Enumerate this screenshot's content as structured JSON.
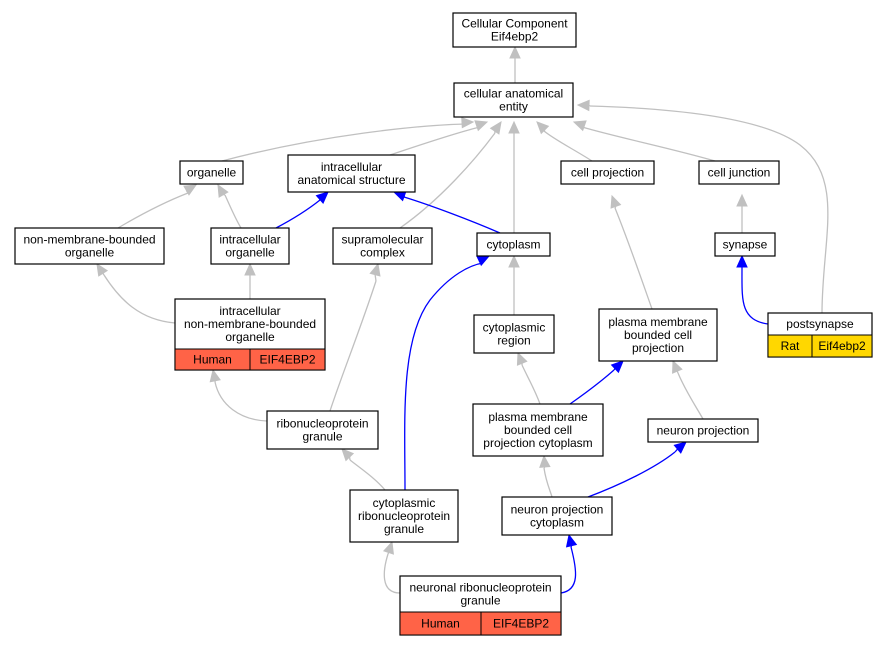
{
  "colors": {
    "human_badge": "#ff6347",
    "rat_badge": "#ffd700",
    "regulates_edge": "#0000ff",
    "is_a_edge": "#c0c0c0"
  },
  "nodes": {
    "root": [
      "Cellular Component",
      "Eif4ebp2"
    ],
    "cae": [
      "cellular anatomical",
      "entity"
    ],
    "organelle": [
      "organelle"
    ],
    "ias": [
      "intracellular",
      "anatomical structure"
    ],
    "cellproj": [
      "cell projection"
    ],
    "celljunc": [
      "cell junction"
    ],
    "nmbo": [
      "non-membrane-bounded",
      "organelle"
    ],
    "io": [
      "intracellular",
      "organelle"
    ],
    "supra": [
      "supramolecular",
      "complex"
    ],
    "cyto": [
      "cytoplasm"
    ],
    "synapse": [
      "synapse"
    ],
    "inmbo": [
      "intracellular",
      "non-membrane-bounded",
      "organelle"
    ],
    "postsyn": [
      "postsynapse"
    ],
    "cytoreg": [
      "cytoplasmic",
      "region"
    ],
    "pmbcp": [
      "plasma membrane",
      "bounded cell",
      "projection"
    ],
    "rnpg": [
      "ribonucleoprotein",
      "granule"
    ],
    "pmbcpc": [
      "plasma membrane",
      "bounded cell",
      "projection cytoplasm"
    ],
    "neuronproj": [
      "neuron projection"
    ],
    "crnpg": [
      "cytoplasmic",
      "ribonucleoprotein",
      "granule"
    ],
    "npc": [
      "neuron projection",
      "cytoplasm"
    ],
    "nrnpg": [
      "neuronal ribonucleoprotein",
      "granule"
    ]
  },
  "badges": {
    "inmbo": {
      "species": "Human",
      "gene": "EIF4EBP2"
    },
    "postsyn": {
      "species": "Rat",
      "gene": "Eif4ebp2"
    },
    "nrnpg": {
      "species": "Human",
      "gene": "EIF4EBP2"
    }
  }
}
